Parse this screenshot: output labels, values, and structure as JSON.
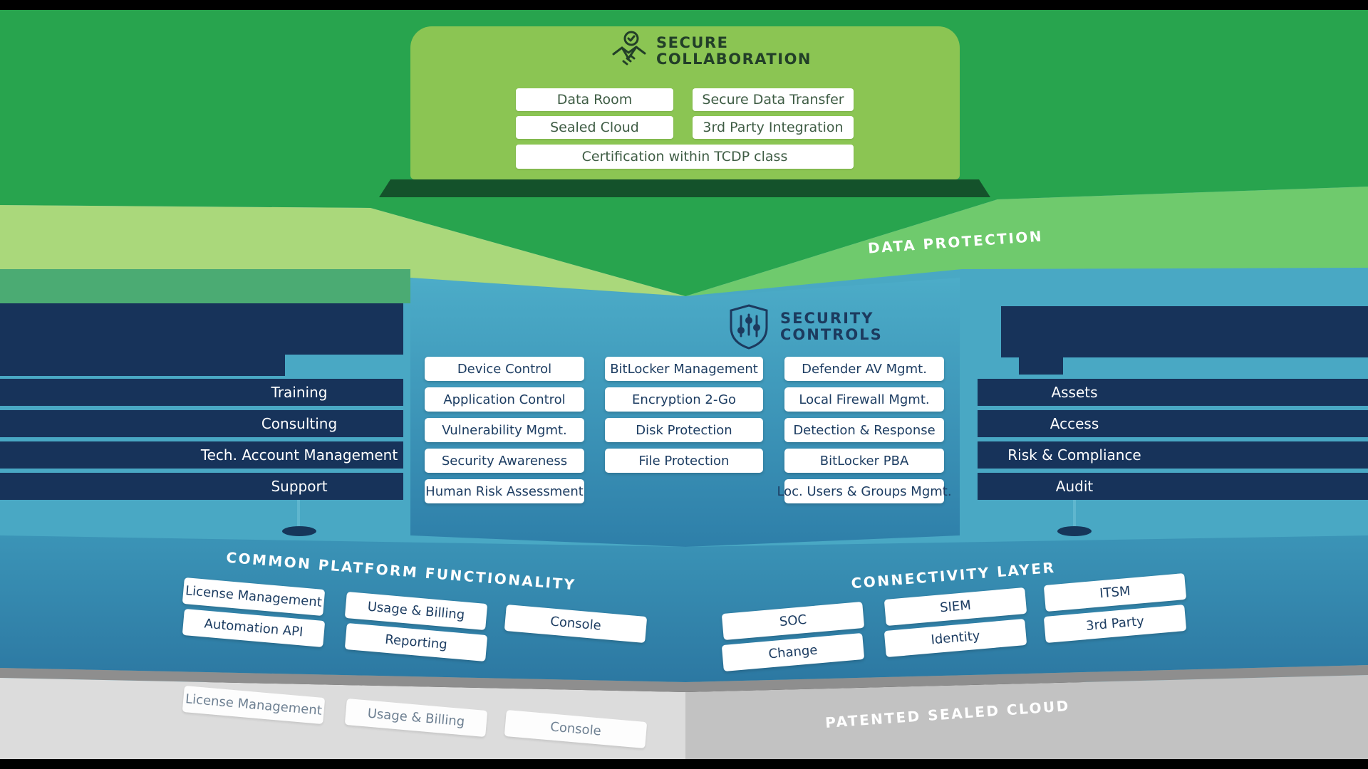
{
  "top_layer": {
    "title_line1": "SECURE",
    "title_line2": "COLLABORATION",
    "items": [
      "Data Room",
      "Secure Data Transfer",
      "Sealed Cloud",
      "3rd Party Integration",
      "Certification within TCDP class"
    ]
  },
  "bands": {
    "data_protection": "DATA PROTECTION",
    "common_platform": "COMMON PLATFORM FUNCTIONALITY",
    "connectivity": "CONNECTIVITY LAYER",
    "patented_sealed_cloud": "PATENTED SEALED CLOUD"
  },
  "security_controls": {
    "title_line1": "SECURITY",
    "title_line2": "CONTROLS",
    "columns": [
      [
        "Device Control",
        "Application Control",
        "Vulnerability Mgmt.",
        "Security Awareness",
        "Human Risk Assessment"
      ],
      [
        "BitLocker Management",
        "Encryption 2-Go",
        "Disk Protection",
        "File Protection"
      ],
      [
        "Defender AV Mgmt.",
        "Local Firewall Mgmt.",
        "Detection & Response",
        "BitLocker PBA",
        "Loc. Users & Groups Mgmt."
      ]
    ]
  },
  "left_services": [
    "Training",
    "Consulting",
    "Tech. Account Management",
    "Support"
  ],
  "right_services": [
    "Assets",
    "Access",
    "Risk & Compliance",
    "Audit"
  ],
  "platform": {
    "left_items": [
      "License Management",
      "Automation API",
      "Usage & Billing",
      "Reporting",
      "Console"
    ],
    "right_items": [
      "SOC",
      "Change",
      "SIEM",
      "Identity",
      "ITSM",
      "3rd Party"
    ]
  },
  "sealed_cloud_items": [
    "License Management",
    "Usage & Billing",
    "Console"
  ],
  "colors": {
    "dark_green": "#28A44E",
    "light_green_band": "#AAD87B",
    "sea_green_strip": "#4BAB73",
    "medium_green_band": "#6FCA6D",
    "collab_box_green": "#8BC553",
    "stand_dark_green": "#14522B",
    "base_teal": "#49A8C4",
    "navy": "#17335A",
    "panel_blue_top": "#4CACC8",
    "panel_blue_bottom": "#2E7FA9",
    "front_band_top": "#3B94B7",
    "front_band_bottom": "#2C78A2",
    "gray_strip": "#8E8E8E",
    "gray_left": "#DCDCDC",
    "gray_right": "#C2C2C2",
    "button_text_navy": "#1D3D62",
    "button_text_green": "#3E5C44"
  }
}
